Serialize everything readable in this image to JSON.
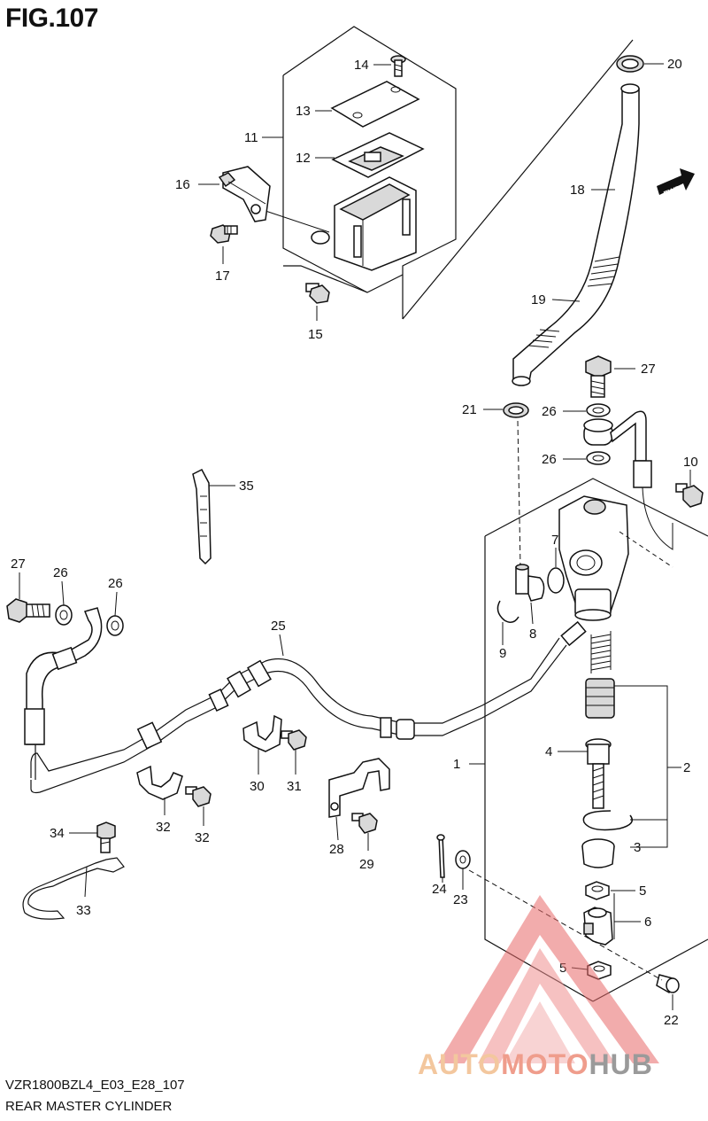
{
  "figure": {
    "title": "FIG.107",
    "code": "VZR1800BZL4_E03_E28_107",
    "name": "REAR MASTER CYLINDER"
  },
  "fwd_label": "FWD",
  "callouts": [
    {
      "id": "c1",
      "text": "1"
    },
    {
      "id": "c2",
      "text": "2"
    },
    {
      "id": "c3",
      "text": "3"
    },
    {
      "id": "c4",
      "text": "4"
    },
    {
      "id": "c5a",
      "text": "5"
    },
    {
      "id": "c5b",
      "text": "5"
    },
    {
      "id": "c6",
      "text": "6"
    },
    {
      "id": "c7",
      "text": "7"
    },
    {
      "id": "c8",
      "text": "8"
    },
    {
      "id": "c9",
      "text": "9"
    },
    {
      "id": "c10",
      "text": "10"
    },
    {
      "id": "c11",
      "text": "11"
    },
    {
      "id": "c12",
      "text": "12"
    },
    {
      "id": "c13",
      "text": "13"
    },
    {
      "id": "c14",
      "text": "14"
    },
    {
      "id": "c15",
      "text": "15"
    },
    {
      "id": "c16",
      "text": "16"
    },
    {
      "id": "c17",
      "text": "17"
    },
    {
      "id": "c18",
      "text": "18"
    },
    {
      "id": "c19",
      "text": "19"
    },
    {
      "id": "c20",
      "text": "20"
    },
    {
      "id": "c21",
      "text": "21"
    },
    {
      "id": "c22",
      "text": "22"
    },
    {
      "id": "c23",
      "text": "23"
    },
    {
      "id": "c24",
      "text": "24"
    },
    {
      "id": "c25",
      "text": "25"
    },
    {
      "id": "c26a",
      "text": "26"
    },
    {
      "id": "c26b",
      "text": "26"
    },
    {
      "id": "c26c",
      "text": "26"
    },
    {
      "id": "c26d",
      "text": "26"
    },
    {
      "id": "c27a",
      "text": "27"
    },
    {
      "id": "c27b",
      "text": "27"
    },
    {
      "id": "c28",
      "text": "28"
    },
    {
      "id": "c29",
      "text": "29"
    },
    {
      "id": "c30",
      "text": "30"
    },
    {
      "id": "c31",
      "text": "31"
    },
    {
      "id": "c32a",
      "text": "32"
    },
    {
      "id": "c32b",
      "text": "32"
    },
    {
      "id": "c33",
      "text": "33"
    },
    {
      "id": "c34",
      "text": "34"
    },
    {
      "id": "c35",
      "text": "35"
    }
  ],
  "watermark": {
    "part1": "AUTO",
    "part2": "MOTO",
    "part3": "HUB"
  },
  "colors": {
    "ink": "#111111",
    "watermark_red": "#e86a6a",
    "watermark_orange": "#f3c79e",
    "watermark_gray": "#9a9a9a"
  }
}
